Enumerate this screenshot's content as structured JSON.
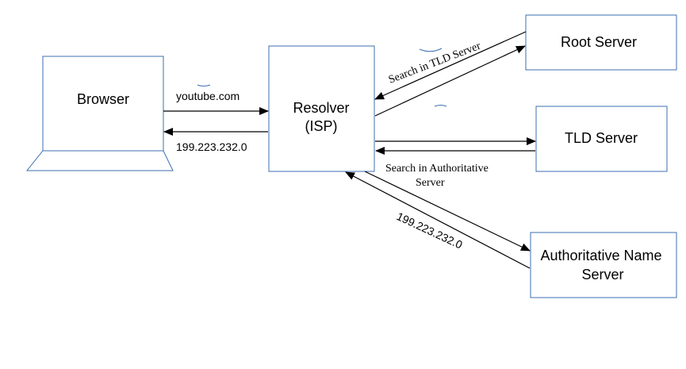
{
  "diagram": {
    "title": "DNS resolution flow",
    "nodes": {
      "browser": {
        "label": "Browser"
      },
      "resolver": {
        "line1": "Resolver",
        "line2": "(ISP)"
      },
      "root": {
        "label": "Root Server"
      },
      "tld": {
        "label": "TLD Server"
      },
      "authoritative": {
        "line1": "Authoritative Name",
        "line2": "Server"
      }
    },
    "edges": {
      "browser_to_resolver": {
        "label": "youtube.com"
      },
      "resolver_to_browser": {
        "label": "199.223.232.0"
      },
      "root_to_resolver": {
        "label": "Search in TLD Server"
      },
      "tld_to_resolver": {
        "line1": "Search in Authoritative",
        "line2": "Server"
      },
      "authoritative_to_resolver": {
        "label": "199.223.232.0"
      }
    },
    "colors": {
      "border": "#3c6fb0",
      "arrow": "#000000",
      "text": "#000000"
    }
  }
}
